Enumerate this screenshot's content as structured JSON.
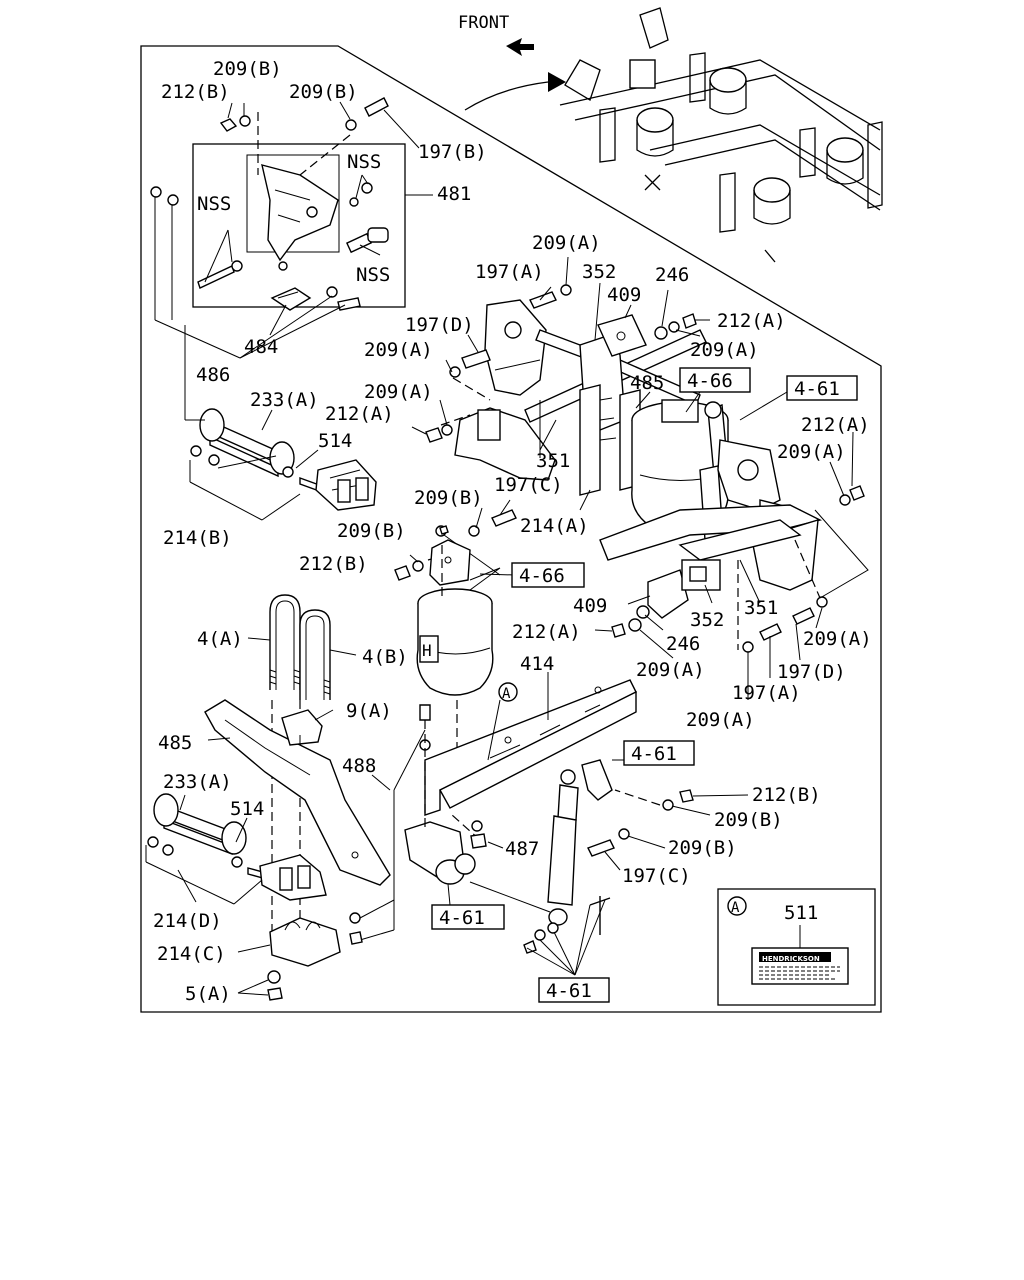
{
  "header": {
    "front_label": "FRONT"
  },
  "labels": {
    "l209b_top": "209(B)",
    "l212b_top": "212(B)",
    "l209b_top2": "209(B)",
    "l197b": "197(B)",
    "lnss1": "NSS",
    "lnss2": "NSS",
    "lnss3": "NSS",
    "l481": "481",
    "l484": "484",
    "l486": "486",
    "l209a_1": "209(A)",
    "l197a_1": "197(A)",
    "l352_1": "352",
    "l246_1": "246",
    "l409_1": "409",
    "l212a_1": "212(A)",
    "l197d_1": "197(D)",
    "l209a_2": "209(A)",
    "l209a_3": "209(A)",
    "l485_1": "485",
    "l209a_4": "209(A)",
    "l233a_1": "233(A)",
    "l212a_2": "212(A)",
    "l514_1": "514",
    "l351_1": "351",
    "l212a_3": "212(A)",
    "l209a_5": "209(A)",
    "l209b_mid": "209(B)",
    "l197c_1": "197(C)",
    "l214a": "214(A)",
    "l214b": "214(B)",
    "l209b_mid2": "209(B)",
    "l212b_mid": "212(B)",
    "l409_2": "409",
    "l352_2": "352",
    "l351_2": "351",
    "l212a_4": "212(A)",
    "l246_2": "246",
    "l209a_6": "209(A)",
    "l4a": "4(A)",
    "l4b": "4(B)",
    "l414": "414",
    "l209a_7": "209(A)",
    "l197d_2": "197(D)",
    "l197a_2": "197(A)",
    "l209a_8": "209(A)",
    "l9a": "9(A)",
    "l485_2": "485",
    "l488": "488",
    "l212b_low": "212(B)",
    "l209b_low": "209(B)",
    "l233a_2": "233(A)",
    "l514_2": "514",
    "l487": "487",
    "l209b_low2": "209(B)",
    "l197c_2": "197(C)",
    "l214d": "214(D)",
    "l214c": "214(C)",
    "l5a": "5(A)"
  },
  "refs": {
    "r466_1": "4-66",
    "r461_1": "4-61",
    "r466_2": "4-66",
    "r461_2": "4-61",
    "r461_3": "4-61",
    "r461_4": "4-61"
  },
  "inset": {
    "marker": "A",
    "part_number": "511",
    "plate_text": "HENDRICKSON"
  },
  "callout_marker": "A"
}
